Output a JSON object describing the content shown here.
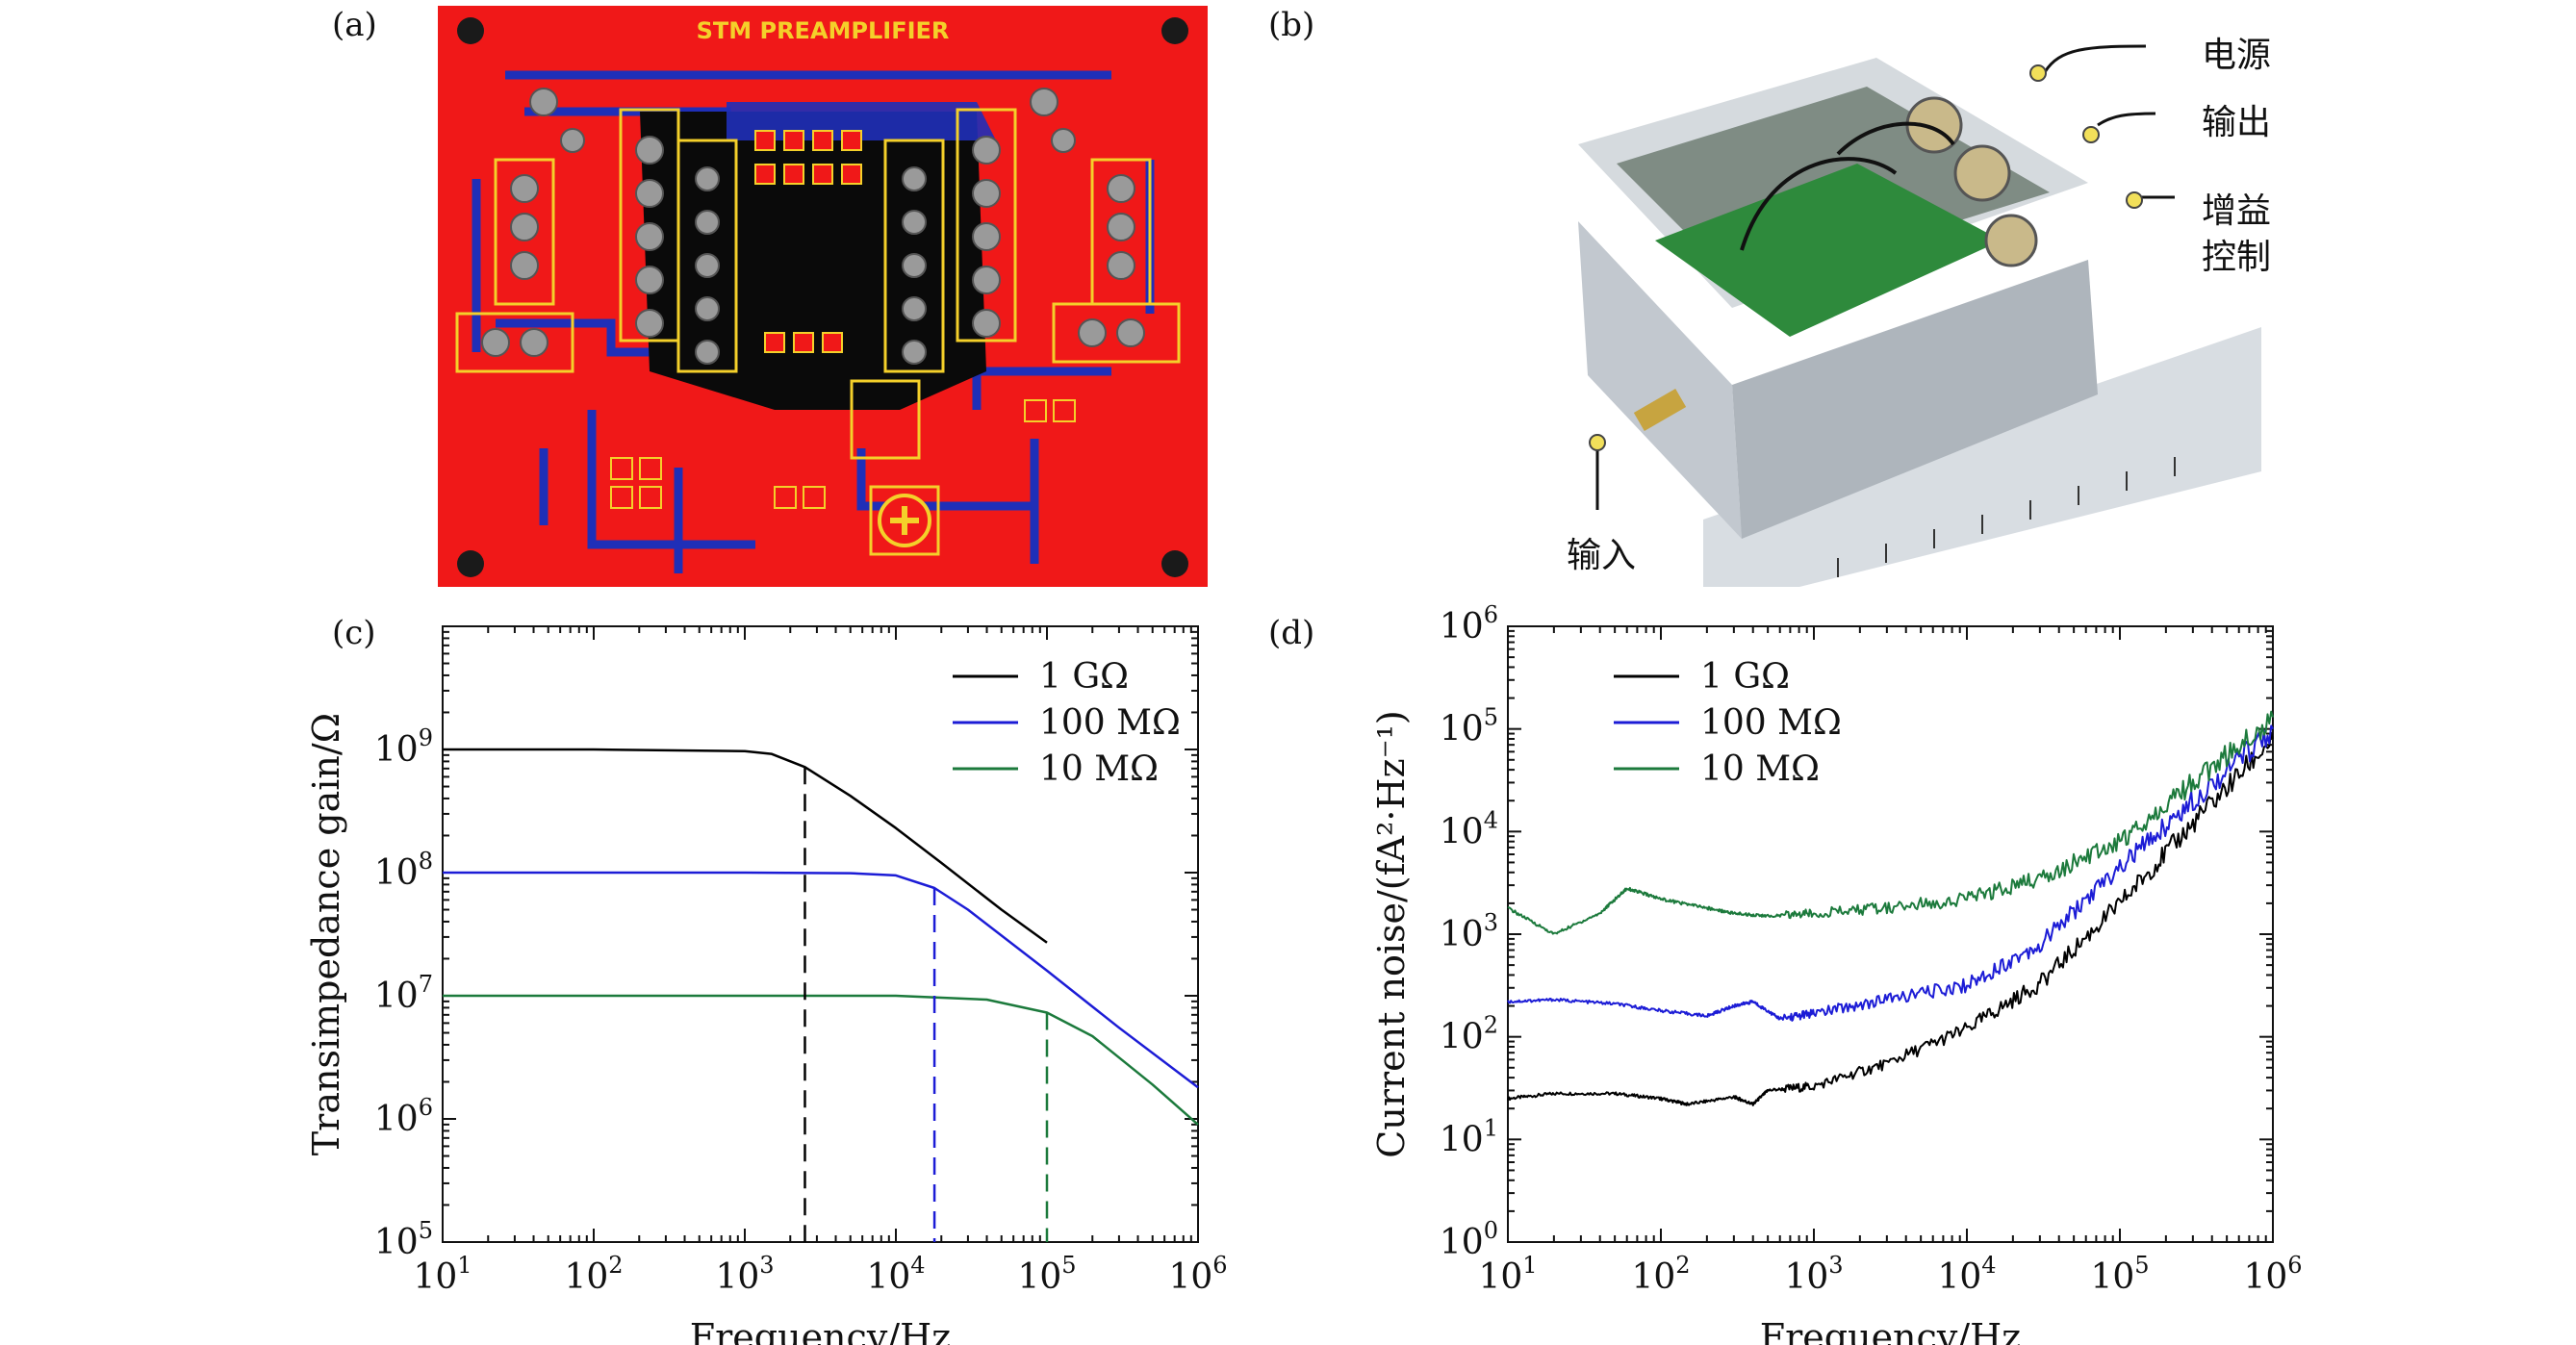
{
  "panels": {
    "a": "(a)",
    "b": "(b)",
    "c": "(c)",
    "d": "(d)"
  },
  "pcb": {
    "title": "STM PREAMPLIFIER",
    "colors": {
      "board": "#f01818",
      "trace": "#1f2fb8",
      "silk": "#f4d02a",
      "pad": "#9a9a9a",
      "ground": "#080808"
    }
  },
  "photo": {
    "labels": {
      "power": "电源",
      "output": "输出",
      "gain": "增益",
      "control": "控制",
      "input": "输入"
    }
  },
  "colors": {
    "black": "#000000",
    "blue": "#1c1cd6",
    "green": "#1c7a3c"
  },
  "chart_data": [
    {
      "type": "line",
      "id": "c",
      "xlabel": "Frequency/Hz",
      "ylabel": "Transimpedance gain/Ω",
      "x_scale": "log",
      "y_scale": "log",
      "xlim": [
        10,
        1000000
      ],
      "ylim": [
        100000,
        10000000000
      ],
      "x_ticks": [
        10,
        100,
        1000,
        10000,
        100000,
        1000000
      ],
      "x_tick_labels": [
        "10^1",
        "10^2",
        "10^3",
        "10^4",
        "10^5",
        "10^6"
      ],
      "y_ticks": [
        100000,
        1000000,
        10000000,
        100000000,
        1000000000
      ],
      "y_tick_labels": [
        "10^5",
        "10^6",
        "10^7",
        "10^8",
        "10^9"
      ],
      "legend_position": "top-right",
      "series": [
        {
          "name": "1 GΩ",
          "color": "#000000",
          "x": [
            10,
            100,
            1000,
            1500,
            2500,
            5000,
            10000,
            20000,
            50000,
            100000
          ],
          "values": [
            1000000000,
            1000000000,
            970000000,
            920000000,
            720000000,
            420000000,
            230000000,
            120000000,
            50000000,
            27000000
          ]
        },
        {
          "name": "100 MΩ",
          "color": "#1c1cd6",
          "x": [
            10,
            100,
            1000,
            5000,
            10000,
            18000,
            30000,
            100000,
            300000,
            1000000
          ],
          "values": [
            100000000,
            100000000,
            100000000,
            99000000,
            95000000,
            75000000,
            50000000,
            16000000,
            5500000,
            1800000
          ]
        },
        {
          "name": "10 MΩ",
          "color": "#1c7a3c",
          "x": [
            10,
            100,
            1000,
            10000,
            40000,
            100000,
            200000,
            500000,
            1000000
          ],
          "values": [
            10000000,
            10000000,
            10000000,
            10000000,
            9300000,
            7300000,
            4700000,
            1900000,
            900000
          ]
        }
      ],
      "markers": [
        {
          "x": 2500,
          "y": 720000000,
          "color": "#000000"
        },
        {
          "x": 18000,
          "y": 75000000,
          "color": "#1c1cd6"
        },
        {
          "x": 100000,
          "y": 7300000,
          "color": "#1c7a3c"
        }
      ]
    },
    {
      "type": "line",
      "id": "d",
      "xlabel": "Frequency/Hz",
      "ylabel": "Current noise/(fA²·Hz⁻¹)",
      "x_scale": "log",
      "y_scale": "log",
      "xlim": [
        10,
        1000000
      ],
      "ylim": [
        1,
        1000000
      ],
      "x_ticks": [
        10,
        100,
        1000,
        10000,
        100000,
        1000000
      ],
      "x_tick_labels": [
        "10^1",
        "10^2",
        "10^3",
        "10^4",
        "10^5",
        "10^6"
      ],
      "y_ticks": [
        1,
        10,
        100,
        1000,
        10000,
        100000,
        1000000
      ],
      "y_tick_labels": [
        "10^0",
        "10^1",
        "10^2",
        "10^3",
        "10^4",
        "10^5",
        "10^6"
      ],
      "legend_position": "top-left",
      "series": [
        {
          "name": "1 GΩ",
          "color": "#000000",
          "x": [
            10,
            20,
            50,
            100,
            150,
            300,
            400,
            500,
            1000,
            3000,
            10000,
            30000,
            100000,
            300000,
            1000000
          ],
          "values": [
            25,
            28,
            28,
            25,
            22,
            26,
            22,
            30,
            33,
            55,
            120,
            330,
            2000,
            12000,
            80000
          ]
        },
        {
          "name": "100 MΩ",
          "color": "#1c1cd6",
          "x": [
            10,
            20,
            50,
            100,
            200,
            300,
            400,
            600,
            1000,
            3000,
            10000,
            30000,
            100000,
            300000,
            1000000
          ],
          "values": [
            220,
            230,
            210,
            180,
            160,
            200,
            220,
            150,
            170,
            230,
            320,
            800,
            4500,
            20000,
            100000
          ]
        },
        {
          "name": "10 MΩ",
          "color": "#1c7a3c",
          "x": [
            10,
            20,
            40,
            60,
            100,
            200,
            300,
            500,
            1000,
            3000,
            10000,
            30000,
            100000,
            300000,
            1000000
          ],
          "values": [
            1800,
            1000,
            1600,
            2800,
            2200,
            1800,
            1600,
            1500,
            1600,
            1800,
            2200,
            3500,
            8000,
            30000,
            130000
          ]
        }
      ]
    }
  ]
}
